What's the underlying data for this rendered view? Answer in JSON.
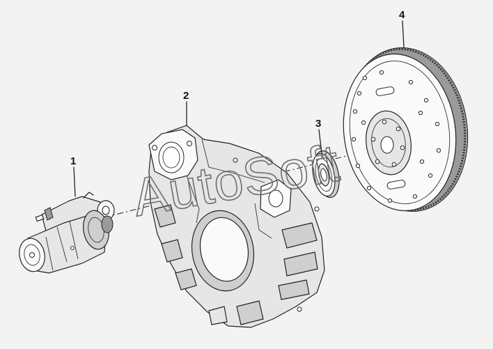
{
  "diagram": {
    "callouts": [
      {
        "id": "starter",
        "label": "1"
      },
      {
        "id": "flywheel-housing",
        "label": "2"
      },
      {
        "id": "bearing",
        "label": "3"
      },
      {
        "id": "flywheel",
        "label": "4"
      }
    ],
    "watermark": "AutoSoft"
  }
}
